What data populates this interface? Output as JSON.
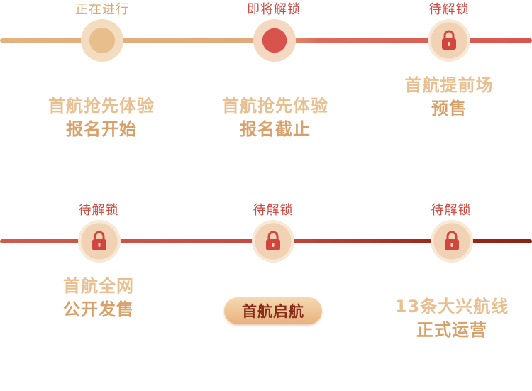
{
  "colors": {
    "accent_gold": "#e3b37e",
    "accent_red": "#d9554f",
    "dark_red": "#8a2313"
  },
  "milestones_row1": [
    {
      "status": "正在进行",
      "state": "in-progress",
      "line1": "首航抢先体验",
      "line2": "报名开始"
    },
    {
      "status": "即将解锁",
      "state": "upcoming",
      "line1": "首航抢先体验",
      "line2": "报名截止"
    },
    {
      "status": "待解锁",
      "state": "locked",
      "line1": "首航提前场",
      "line2": "预售"
    }
  ],
  "milestones_row2": [
    {
      "status": "待解锁",
      "state": "locked",
      "line1": "首航全网",
      "line2": "公开发售"
    },
    {
      "status": "待解锁",
      "state": "locked",
      "pill": "首航启航"
    },
    {
      "status": "待解锁",
      "state": "locked",
      "line1": "13条大兴航线",
      "line2": "正式运营"
    }
  ],
  "icons": {
    "lock": "lock-icon",
    "dot": "progress-dot-icon"
  }
}
